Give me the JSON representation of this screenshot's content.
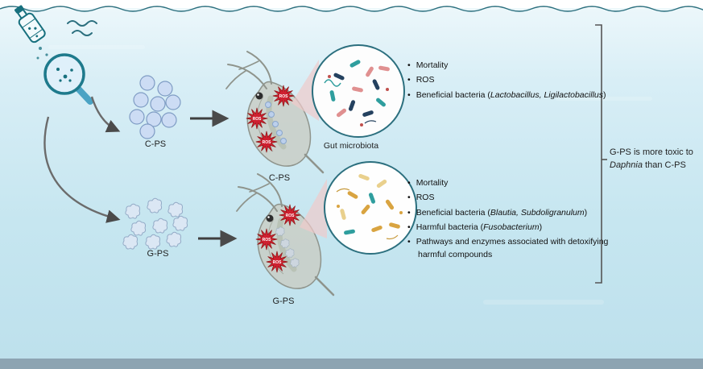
{
  "labels": {
    "cps": "C-PS",
    "gps": "G-PS",
    "gut_microbiota": "Gut microbiota",
    "ros": "ROS"
  },
  "lists": {
    "cps_effects": [
      {
        "pre": "Mortality",
        "it": "",
        "post": ""
      },
      {
        "pre": "ROS",
        "it": "",
        "post": ""
      },
      {
        "pre": "Beneficial bacteria (",
        "it": "Lactobacillus, Ligilactobacillus",
        "post": ")"
      }
    ],
    "gps_effects": [
      {
        "pre": "Mortality",
        "it": "",
        "post": ""
      },
      {
        "pre": "ROS",
        "it": "",
        "post": ""
      },
      {
        "pre": "Beneficial bacteria (",
        "it": "Blautia, Subdoligranulum",
        "post": ")"
      },
      {
        "pre": "Harmful bacteria (",
        "it": "Fusobacterium",
        "post": ")"
      },
      {
        "pre": "Pathways and enzymes associated with detoxifying harmful compounds",
        "it": "",
        "post": ""
      }
    ]
  },
  "conclusion": {
    "line1": "G-PS is more toxic to",
    "line2_italic": "Daphnia",
    "line2_rest": " than C-PS"
  },
  "colors": {
    "ros_red": "#cf2030",
    "teal_outline": "#17707e",
    "particle_blue": "#ccdcf4",
    "water_top": "#eef8fb",
    "water_bottom": "#bde0ec",
    "bottom_bar": "#8da4b2"
  }
}
